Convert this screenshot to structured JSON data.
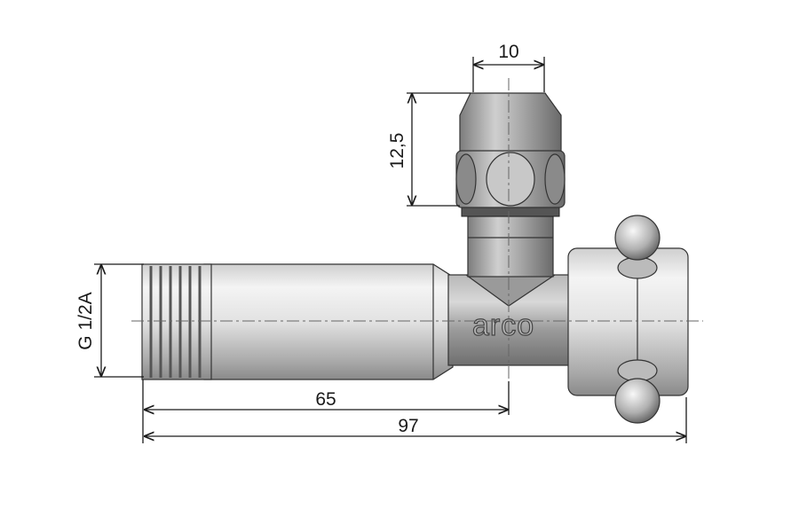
{
  "drawing": {
    "brand_logo": "arco",
    "dimensions": {
      "cap_width": "10",
      "cap_height": "12,5",
      "thread": "G 1/2A",
      "length_to_axis": "65",
      "overall_length": "97"
    }
  }
}
